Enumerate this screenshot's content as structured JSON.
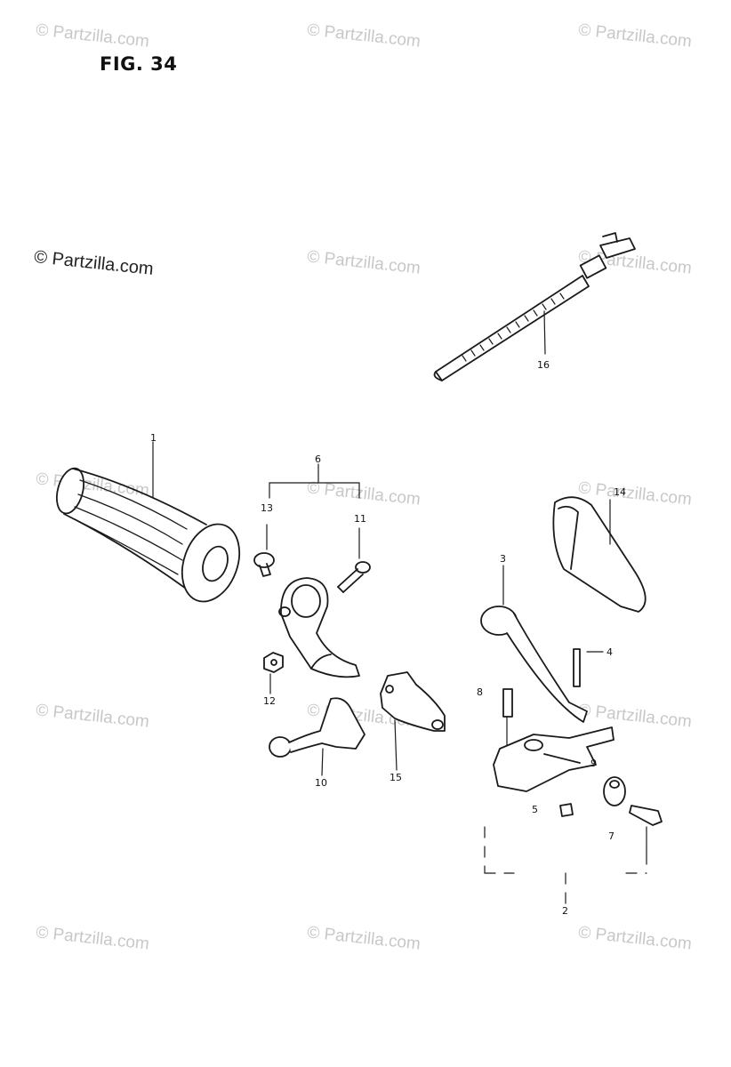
{
  "figure": {
    "title": "FIG. 34"
  },
  "watermarks": {
    "text": "© Partzilla.com",
    "featured": "© Partzilla.com"
  },
  "callouts": {
    "c1": "1",
    "c2": "2",
    "c3": "3",
    "c4": "4",
    "c5": "5",
    "c6": "6",
    "c7": "7",
    "c8": "8",
    "c9": "9",
    "c10": "10",
    "c11": "11",
    "c12": "12",
    "c13": "13",
    "c14": "14",
    "c15": "15",
    "c16": "16"
  },
  "colors": {
    "line": "#1a1a1a",
    "watermark": "#c8c8c8",
    "background": "#ffffff"
  }
}
